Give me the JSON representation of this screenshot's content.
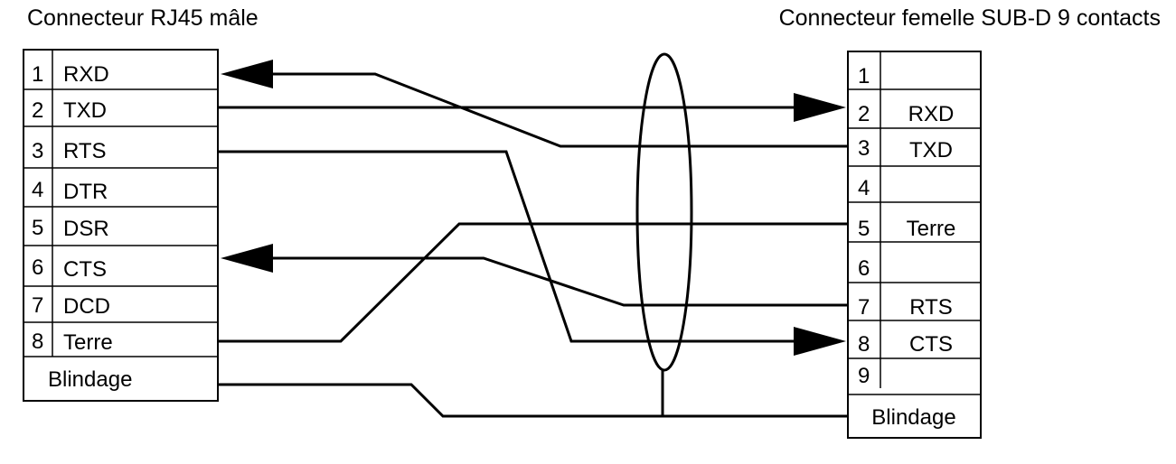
{
  "left_connector": {
    "title": "Connecteur RJ45 mâle",
    "pins": [
      {
        "num": "1",
        "name": "RXD"
      },
      {
        "num": "2",
        "name": "TXD"
      },
      {
        "num": "3",
        "name": "RTS"
      },
      {
        "num": "4",
        "name": "DTR"
      },
      {
        "num": "5",
        "name": "DSR"
      },
      {
        "num": "6",
        "name": "CTS"
      },
      {
        "num": "7",
        "name": "DCD"
      },
      {
        "num": "8",
        "name": "Terre"
      }
    ],
    "shield": "Blindage"
  },
  "right_connector": {
    "title": "Connecteur femelle SUB-D 9 contacts",
    "pins": [
      {
        "num": "1",
        "name": ""
      },
      {
        "num": "2",
        "name": "RXD"
      },
      {
        "num": "3",
        "name": "TXD"
      },
      {
        "num": "4",
        "name": ""
      },
      {
        "num": "5",
        "name": "Terre"
      },
      {
        "num": "6",
        "name": ""
      },
      {
        "num": "7",
        "name": "RTS"
      },
      {
        "num": "8",
        "name": "CTS"
      },
      {
        "num": "9",
        "name": ""
      }
    ],
    "shield": "Blindage"
  },
  "connections": [
    {
      "from": "RJ45 1 RXD",
      "to": "SUB-D 3 TXD",
      "arrow": "left"
    },
    {
      "from": "RJ45 2 TXD",
      "to": "SUB-D 2 RXD",
      "arrow": "right"
    },
    {
      "from": "RJ45 3 RTS",
      "to": "SUB-D 8 CTS",
      "arrow": "right"
    },
    {
      "from": "RJ45 6 CTS",
      "to": "SUB-D 7 RTS",
      "arrow": "left"
    },
    {
      "from": "RJ45 8 Terre",
      "to": "SUB-D 5 Terre",
      "arrow": "none"
    },
    {
      "from": "RJ45 Blindage",
      "to": "SUB-D Blindage",
      "arrow": "none"
    }
  ]
}
